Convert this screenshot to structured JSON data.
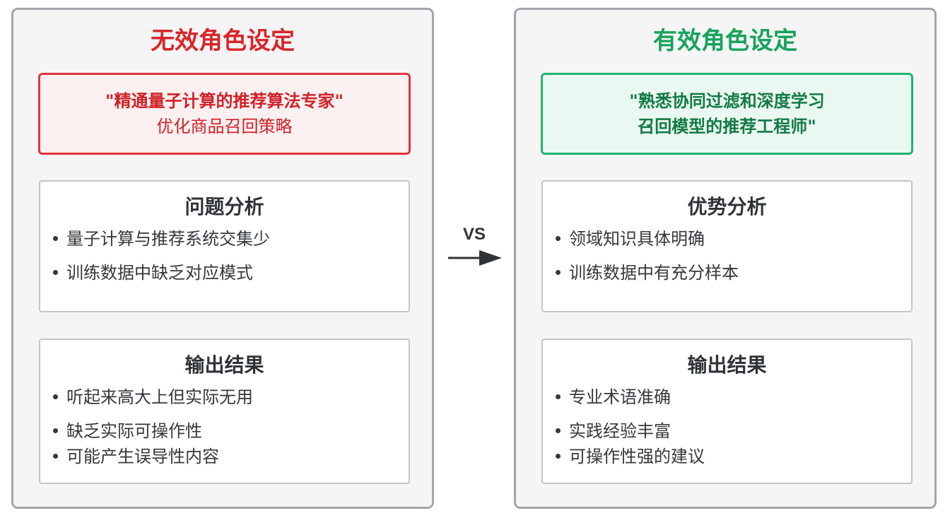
{
  "left": {
    "title": "无效角色设定",
    "role_line1": "\"精通量子计算的推荐算法专家\"",
    "role_line2": "优化商品召回策略",
    "analysis": {
      "title": "问题分析",
      "items": [
        "量子计算与推荐系统交集少",
        "训练数据中缺乏对应模式"
      ]
    },
    "output": {
      "title": "输出结果",
      "items": [
        "听起来高大上但实际无用",
        "缺乏实际可操作性",
        "可能产生误导性内容"
      ]
    }
  },
  "right": {
    "title": "有效角色设定",
    "role_line1": "\"熟悉协同过滤和深度学习",
    "role_line2": "召回模型的推荐工程师\"",
    "analysis": {
      "title": "优势分析",
      "items": [
        "领域知识具体明确",
        "训练数据中有充分样本"
      ]
    },
    "output": {
      "title": "输出结果",
      "items": [
        "专业术语准确",
        "实践经验丰富",
        "可操作性强的建议"
      ]
    }
  },
  "vs_label": "VS",
  "colors": {
    "bad": "#d8262b",
    "good": "#17a35c",
    "panel_border": "#a2a6ab",
    "text": "#2f3338"
  },
  "icons": {
    "arrow": "right-arrow-icon"
  }
}
